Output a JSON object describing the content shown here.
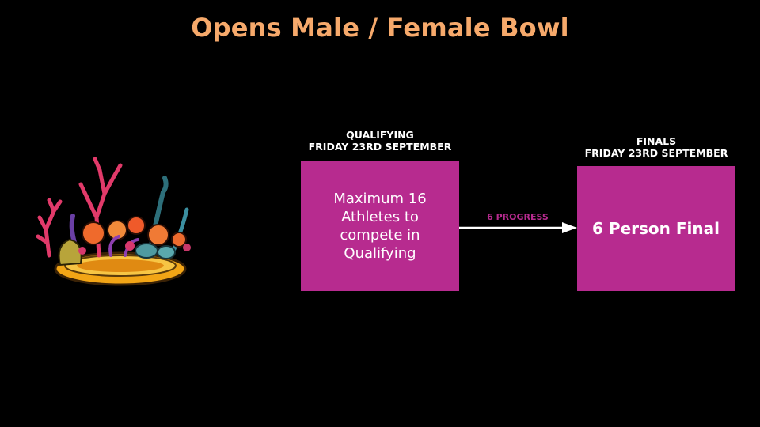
{
  "title": "Opens Male / Female Bowl",
  "colors": {
    "title": "#f6a96b",
    "box": "#b72b8f",
    "label": "#b72b8f",
    "background": "#000000"
  },
  "illustration": {
    "icon": "coral-reef-bowl-icon"
  },
  "stages": [
    {
      "label": "QUALIFYING",
      "date": "FRIDAY 23RD SEPTEMBER",
      "box_lines": [
        "Maximum 16",
        "Athletes to",
        "compete in",
        "Qualifying"
      ]
    },
    {
      "label": "FINALS",
      "date": "FRIDAY 23RD SEPTEMBER",
      "box_text": "6 Person Final"
    }
  ],
  "connector": {
    "label": "6 PROGRESS"
  }
}
